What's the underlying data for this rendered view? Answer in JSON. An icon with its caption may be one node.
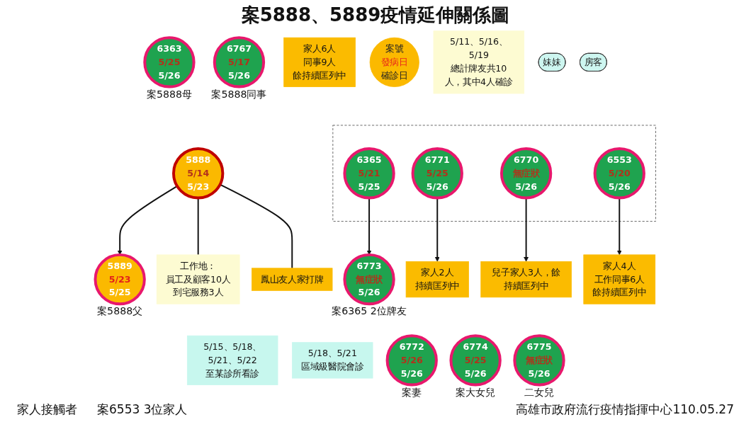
{
  "diagram": {
    "title": "案5888、5889疫情延伸關係圖",
    "nodes": [
      {
        "text": [
          "6363",
          "5/25",
          "5/26"
        ],
        "beside": [
          "案5888母"
        ]
      },
      {
        "text": [
          "5889",
          "5/23",
          "5/25"
        ],
        "beside": [
          "案5888父"
        ]
      },
      {
        "text": [
          "工作地：",
          "員工及顧客10人",
          "到宅服務3人"
        ]
      },
      {
        "text": [
          "6767",
          "5/17",
          "5/26"
        ],
        "beside": [
          "案5888同事"
        ]
      },
      {
        "text": [
          "家人6人",
          "同事9人",
          "餘持續匡列中"
        ]
      },
      {
        "text": [
          "案號",
          "發病日",
          "確診日"
        ]
      },
      {
        "text": [
          "5/11、5/16、5/19",
          "總計牌友共10人，其中4人確診"
        ]
      },
      {
        "text": [
          "6773",
          "無症狀",
          "5/26"
        ],
        "beside": [
          "案6365 2位牌友"
        ]
      },
      {
        "text": [
          "妹妹"
        ]
      },
      {
        "text": [
          "5888",
          "5/14",
          "5/23"
        ]
      },
      {
        "text": [
          "房客"
        ]
      },
      {
        "text": [
          "鳳山友人家打牌"
        ]
      },
      {
        "text": [],
        "shape": "box"
      },
      {
        "text": [
          "6365",
          "5/21",
          "5/25"
        ],
        "in": 12
      },
      {
        "text": [
          "6771",
          "5/25",
          "5/26"
        ],
        "in": 12
      },
      {
        "text": [
          "6770",
          "無症狀",
          "5/26"
        ],
        "in": 12
      },
      {
        "text": [
          "6553",
          "5/20",
          "5/26"
        ],
        "in": 12
      },
      {
        "text": [
          "家人2人",
          "持續匡列中"
        ]
      },
      {
        "text": [
          "家人4人",
          "工作同事6人",
          "餘持續匡列中"
        ]
      },
      {
        "text": [
          "5/15、5/18、5/21、5/22",
          "至某診所看診"
        ]
      },
      {
        "text": [
          "5/18、5/21",
          "區域級醫院會診"
        ]
      },
      {
        "text": [
          "兒子家人3人，餘持續匡列中"
        ]
      },
      {
        "text": [
          "6772",
          "5/26",
          "5/26"
        ],
        "beside": [
          "案妻"
        ]
      },
      {
        "text": [
          "6774",
          "5/25",
          "5/26"
        ],
        "beside": [
          "案大女兒"
        ]
      },
      {
        "text": [
          "6775",
          "無症狀",
          "5/26"
        ],
        "beside": [
          "二女兒"
        ]
      }
    ],
    "edges": [
      {
        "from": 9,
        "to": 1,
        "arrow": "to"
      },
      {
        "from": 9,
        "to": 2,
        "arrow": "none"
      },
      {
        "from": 9,
        "to": 11,
        "arrow": "none"
      },
      {
        "from": 13,
        "to": 7,
        "arrow": "to"
      },
      {
        "from": 14,
        "to": 17,
        "arrow": "to"
      },
      {
        "from": 16,
        "to": 18,
        "arrow": "to"
      },
      {
        "from": 15,
        "to": 21,
        "arrow": "to"
      }
    ],
    "labels": [
      "家人接觸者",
      "案6553 3位家人"
    ],
    "caption": "高雄市政府流行疫情指揮中心110.05.27"
  }
}
